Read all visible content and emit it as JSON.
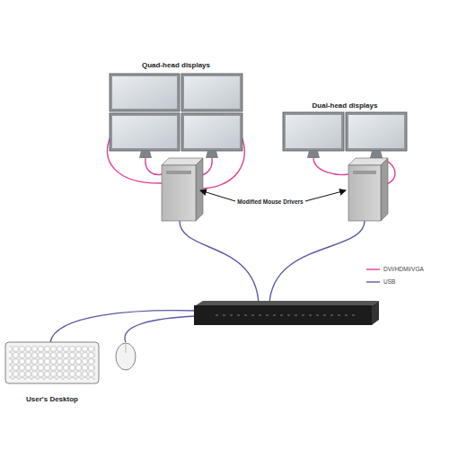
{
  "diagram": {
    "nodes": [
      {
        "text": [
          "Quad-head displays"
        ]
      },
      {
        "text": [
          "Dual-head displays"
        ]
      },
      {
        "text": [
          "User's Desktop"
        ]
      }
    ],
    "labels": [
      "Modified Mouse Drivers"
    ],
    "legend": [
      {
        "text": "DVI/HDMI/VGA"
      },
      {
        "text": "USB"
      }
    ]
  }
}
